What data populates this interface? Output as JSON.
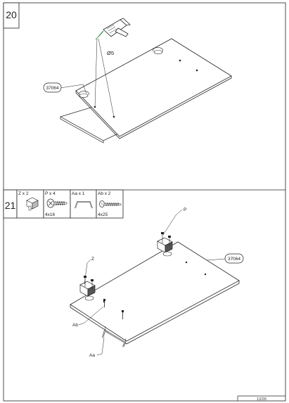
{
  "steps": [
    {
      "number": "20",
      "hole_diameter": "Ø5",
      "panel_code": "37064"
    },
    {
      "number": "21",
      "panel_code": "37064",
      "parts": [
        {
          "qty_label": "Z x 2",
          "icon": "corner-bracket-icon",
          "size": ""
        },
        {
          "qty_label": "P x 4",
          "icon": "screw-icon",
          "size": "4x16"
        },
        {
          "qty_label": "Aa x 1",
          "icon": "handle-icon",
          "size": ""
        },
        {
          "qty_label": "Ab x 2",
          "icon": "screw-icon",
          "size": "4x25"
        }
      ],
      "callouts": {
        "p": "P",
        "z": "Z",
        "ab": "Ab",
        "aa": "Aa"
      }
    }
  ],
  "footer": {
    "page": "12/26"
  }
}
